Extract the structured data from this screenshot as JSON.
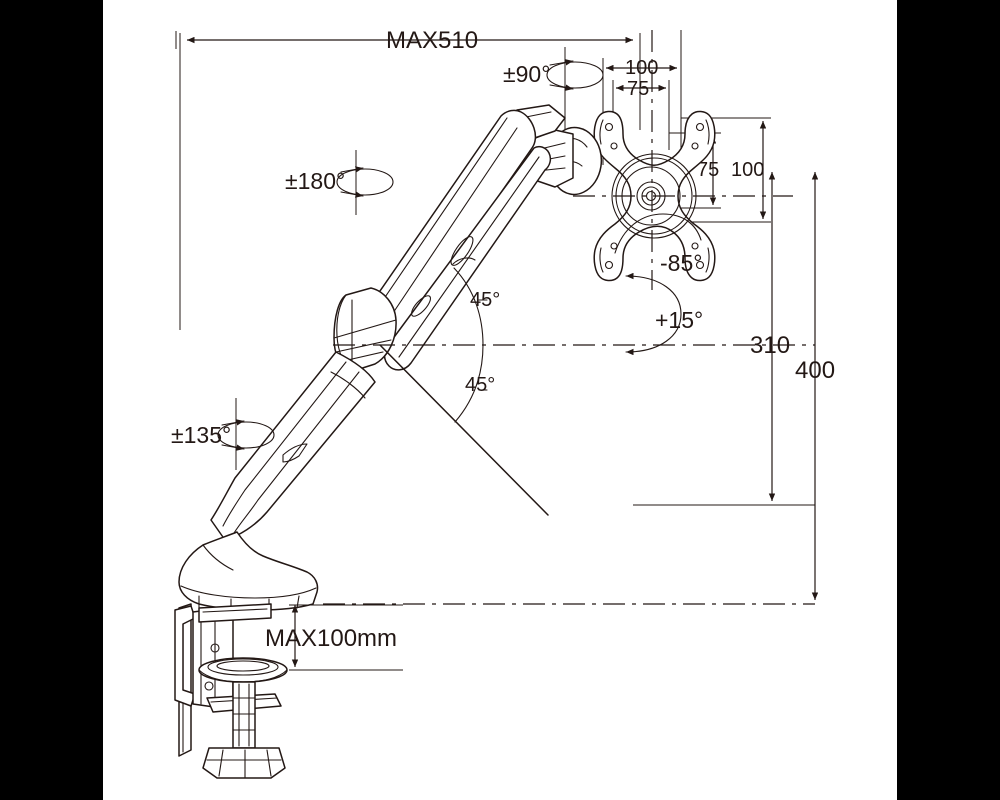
{
  "drawing": {
    "title": "Monitor gas-spring desk mount arm – dimensioned technical line drawing",
    "background_color": "#000000",
    "canvas_color": "#ffffff",
    "line_color": "#231815"
  },
  "dimensions": {
    "max_reach": "MAX510",
    "vesa_width_outer": "100",
    "vesa_width_inner": "75",
    "vesa_height_inner": "75",
    "vesa_height_outer": "100",
    "height_mid": "310",
    "height_total": "400",
    "clamp_thickness": "MAX100mm"
  },
  "rotations": {
    "base_rotation": "±180°",
    "head_pan": "±90°",
    "arm_rotation": "±135°",
    "tilt_down": "-85°",
    "tilt_up": "+15°",
    "joint_angle_upper": "45°",
    "joint_angle_lower": "45°"
  }
}
